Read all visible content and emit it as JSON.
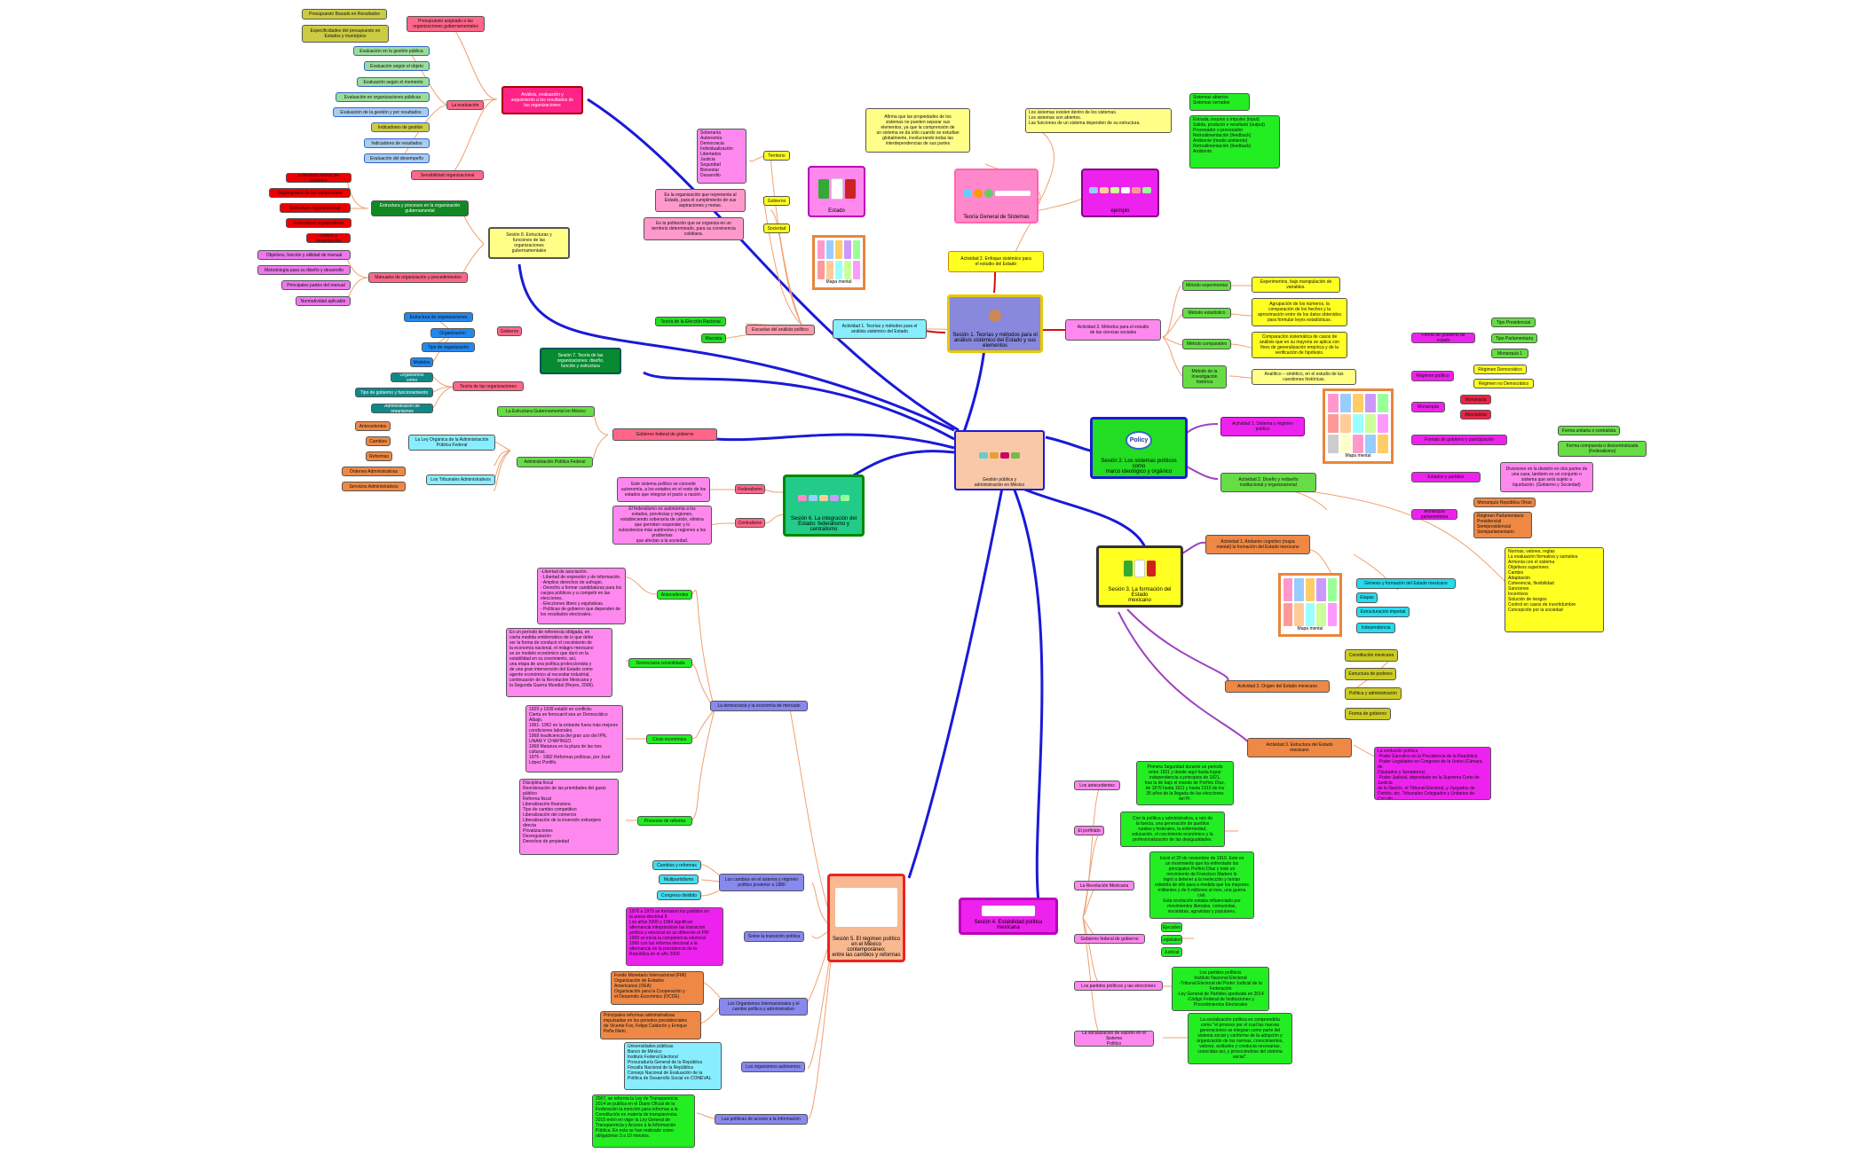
{
  "colors": {
    "blue_edge": "#1a1ad8",
    "orange_edge": "#f0a070",
    "purple_edge": "#a040c0",
    "red_edge": "#d01010"
  },
  "center": "Gestión pública y\nadministración en México",
  "branches": {
    "s1": "Sesión 1. Teorías y métodos para el\nanálisis sistémico del Estado y sus\nelementos",
    "s2": "Sesión 2. Los sistemas políticos como\nmarco ideológico y orgánico",
    "s3": "Sesión 3. La formación del Estado\nmexicano",
    "s4": "Sesión 4. Estabilidad política mexicana",
    "s5": "Sesión 5. El régimen político\nen el México contemporáneo:\nentre las cambios y reformas",
    "s6": "Sesión 6. La integración del\nEstado: federalismo y\ncentralismo",
    "s7": "Sesión 7. Teoría de las\norganizaciones: diseño,\nfunción y estructura",
    "s8": "Sesión 8. Estructuras y\nfunciones de las\norganizaciones\ngubernamentales",
    "s9": "Análisis, evaluación y\nseguimiento a los resultados de\nlas organizaciones"
  },
  "s1": {
    "act1": "Actividad 1. Teorías y métodos para el\nanálisis sistémico del Estado",
    "act2": "Actividad 2. Enfoque sistémico para\nel estudio del Estado",
    "act3": "Actividad 3. Métodos para el estudio\nde las ciencias sociales",
    "escuelas": "Escuelas del análisis político",
    "escuelas_items": [
      "Teoría de la Elección Racional",
      "Marxista"
    ],
    "estado": "Estado",
    "mapa": "Mapa mental",
    "tgs": "Teoría General de Sistemas",
    "ejemplo": "ejemplo",
    "terr": "Territorio",
    "gob": "Gobierno",
    "soc": "Sociedad",
    "terr_txt": "Soberanía\nAutonomía\nDemocracia\nIndividualización\nLibertades\nJusticia\nSeguridad\nBienestar\nDesarrollo",
    "gob_txt": "Es la organización que representa al\nEstado, para el cumplimiento de sus\naspiraciones y metas.",
    "soc_txt": "Es la población que se organiza en un\nterritorio determinado, para su convivencia\ncolidiana.",
    "afirma": "Afirma que las propiedades de los\nsistemas no pueden separar sus\nelementos, ya que la comprensión de\nun sistema se da sólo cuando se estudian\nglobalmente, involucrando todas las\ninterdependencias de sus partes",
    "existen": "Los sistemas existen dentro de los sistemas.\nLos sistemas son abiertos.\nLas funciones de un sistema dependen de su estructura.",
    "abiertos": "Sistemas abiertos\nSistemas cerrados",
    "entradas": "Entrada, insumo o impulso (input)\nSalida, producto o resultado (output)\nProcesador o procesador\nRetroalimentación (feedback)\nAmbiente (medio ambiente)\nRetroalimentación (feedback)\nAmbiente",
    "metodos": [
      "Método experimental",
      "Método estadístico",
      "Método comparativo",
      "Método de la\nInvestigación\nhistórica"
    ],
    "met_desc": [
      "Experimentos, bajo manipulación de\nvariables.",
      "Agrupación de los números, la\ncomparación de los hechos y la\naproximación entre de los datos obtenidos\npara formular leyes estadísticas.",
      "Comparación sistemática de casos de\nanálisis que en su mayoría se aplica con\nfines de generalización empírica y de la\nverificación de hipótesis.",
      "Analítico – sintético, en el estudio de las\ncuestiones históricas."
    ]
  },
  "s2": {
    "act1": "Actividad 1. Sistema y régimen\npolítico",
    "act2": "Actividad 2. Diseño y rediseño\ninstitucional y organizacional",
    "mapa": "Mapa mental",
    "formas": [
      "Forma de gobierno de estado",
      "Régimen político",
      "Monarquía",
      "Formas de gobierno y participación",
      "Monarquía parlamentaria",
      "Estados y partidos"
    ],
    "tipos": [
      "Tipo Presidencial",
      "Tipo Parlamentaria",
      "Monarquía 1"
    ],
    "reg": [
      "Régimen Democrático",
      "Régimen no Democrático"
    ],
    "mon": [
      "Monarquía",
      "Absolutista"
    ],
    "uni": [
      "Forma unitaria o centralista",
      "Forma compuesta o descentralizada\n(Federalismo)"
    ],
    "divis": "Divisiones en la división en dos partes de\nuna casa, también es un conjunto o\nsistema que será sujeto a\nliquidación. (Gobierno y Sociedad)",
    "mon_rep": "Monarquía República Otras",
    "reg_parl": "Régimen Parlamentario\nPresidencial\nSemipresidencial\nSemiparlamentario",
    "normas": "Normas, valores, reglas\nLa evaluación formativa y sumativa\nArmonía con el sistema\nObjetivos superiores\nCambio\nAdaptación\nCoherencia, flexibilidad\nSanciones\nIncentivos\nSolución de riesgos\nControl en casos de incertidumbre\nConcepción por la sociedad"
  },
  "s3": {
    "act1": "Actividad 1. Andamio cognitivo (mapa\nmental) la formación del Estado mexicano",
    "act2": "Actividad 2. Origen del Estado mexicano",
    "act3": "Actividad 3. Estructura del Estado\nmexicano",
    "mapa": "Mapa mental",
    "items": [
      "Génesis y formación del Estado mexicano",
      "Etapas",
      "Estructuración imperial",
      "Independencia"
    ],
    "origen": [
      "Constitución mexicana",
      "Estructura de poderes",
      "Política y administración",
      "Forma de gobierno"
    ],
    "estruct": "La evolución política\n·Poder Ejecutivo en la Presidencia de la República\n·Poder Legislativo en Congreso de la Unión (Cámara de\nDiputados y Senadores)\n·Poder Judicial, depositado en la Suprema Corte de Justicia\nde la Nación, el Tribunal Electoral, y Juzgados de\nDistrito, etc. Tribunales Colegiados y Unitarios de Circuito."
  },
  "s4": {
    "left": [
      "Los antecedentes",
      "El porfiriato",
      "La Revolución Mexicana",
      "Gobierno federal de gobierno",
      "Los partidos políticos y las elecciones",
      "La socialización de valores en el Sistema\nPolítico"
    ],
    "right": [
      "Primera Seguridad durante un periodo\nentre 1821 y desde aquí hasta lograr\nindependencia a principios de 1821,\ntras la de bajo el mando de Porfirio Díaz,\nde 1876 hasta 1911 y hasta 1910 de los\n35 años de la llegada de las elecciones\ndel Pr.",
      "Con la política y administrativa, a raíz de\nla fuerza, una generación de pueblos\nrurales y federales, la enfermedad,\neducación, el crecimiento económico y la\nprofesionalización de las desigualdades.",
      "Inició el 20 de noviembre de 1910. Este es\nun movimiento que ha enfrentado los\nprincipales Porfirio Díaz y todo un\nmovimiento de Francisco Madero lo\nlogró a detener a la reelección y tenían\nrebeldía de ello para a medida que los mayores\nmilitantes y de 6 millones al mes, una guerra civil.\nEsta revolución estaba influenciado por\nmovimientos liberales, comunistas,\nsocialistas, agraristas y populares.",
      "Los partidos políticos\nInstituto Nacional Electoral\n-Tribunal Electoral del Poder Judicial de la\nFederación\n-Ley General de Partidos aprobada en 2014\n-Código Federal de Instituciones y\nProcedimientos Electorales",
      "La socialización política es comprendida\ncomo \"el proceso por el cual las nuevas\ngeneraciones se integran como parte del\nsistema social y conforme de la adopción y\norganización de las normas, conocimientos,\nvalores, actitudes y conducta necesarias,\nconocidas así, y provocándose del sistema\nsocial\"."
    ],
    "pod": [
      "Ejecutivo",
      "Legislativo",
      "Judicial"
    ]
  },
  "s5": {
    "left": [
      "La democracia y la economía de mercado",
      "Los cambios en el sistema y régimen\npolítico posterior a 1980",
      "Sobre la transición política",
      "Los Organismos Internacionales y el\ncambio político y administrativo",
      "Los organismos autónomos",
      "Las políticas de acceso a la información"
    ],
    "dem": [
      "Antecedentes",
      "Democracia consolidada",
      "Crisis económica",
      "Procesos de reforma"
    ],
    "dem_txt": [
      "-Libertad de asociación.\n- Libertad de expresión y de información.\n- Amplios derechos de sufragio.\n- Derecho a formar candidaturas para los\ncargos públicos y a competir en las\nelecciones.\n- Elecciones libres y equitativas.\n- Políticas de gobierno que dependen de\nlos resultados electorales.",
      "Es un período de referencia obligada, en\ncierta medida emblemático de lo que debe\nser la forma de conducir el crecimiento de\nla economía nacional, el milagro mexicano\nse un modelo económico que duró en la\nestabilidad en su crecimiento, así,\nuna etapa de una política proteccionista y\nde una gran intervención del Estado como\nagente económico al necesitar industrial,\ncontinuación de la Revolución Mexicana y\nla Segunda Guerra Mundial (Reyes, 2006).",
      "1929 y 1939 estalló en conflicto.\nCierta en ferrocarril sea un Democrático\nAlbajo.\n1961- 1962 en la entrante fuera más mejores\ncondiciones laborales.\n1968 insuficiencia del gran uso del IPN,\nUNAM Y CHAPINGO.\n1968 Matanza en la plaza de las tres\nculturas.\n1976 - 1982 Reformas políticas, por José\nLópez Portillo.",
      "Disciplina fiscal\nReordenación de las prioridades del gasto\npúblico\nReforma fiscal\nLiberalización financiera\nTipo de cambio competitivo\nLiberalización del comercio\nLiberalización de la inversión extranjera\ndirecta\nPrivatizaciones\nDesregulación\nDerechos de propiedad"
    ],
    "cambios": [
      "Cambios y reformas",
      "Multipartidismo",
      "Congreso dividido"
    ],
    "trans": "1976 a 1979 se formaron los partidos en\nla arena electoral 8\nLos años 2000 y 1994 significan\nalternancia integrándose las transición\npolítica y electoral en un diferente el PRI\n1999 se inicia la competencia electoral\n1996 con las reforma electoral a la\nalternancia en la presidencia de la\nRepública en el año 2000.",
    "org": "Fondo Monetario Internacional (FMI)\nOrganización de Estados\nAmericanos (OEA)\nOrganización para la Cooperación y\nel Desarrollo Económico (OCDE)",
    "prin": "Principales reformas administrativas\nimpulsadas en los periodos presidenciales\nde Vicente Fox, Felipe Calderón y Enrique\nPeña Nieto.",
    "auton": "Universidades públicas\nBanco de México\nInstituto Federal Electoral\nProcuraduría General de la República\nFiscalía Nacional de la República\nConsejo Nacional de Evaluación de la\nPolítica de Desarrollo Social en CONEVAL",
    "acceso": "2007, se reforma la Ley de Transparencia\n2014 se publica en el Diario Oficial de la\nFederación la mención para reformas a la\nConstitución en materia de transparencia.\n2015 entró en vigor la Ley General de\nTransparencia y Acceso a la Información\nPública. En esta se han realizado como\nobligatorias 3 a 10 minutos."
  },
  "s6": {
    "fed": "Federalismo",
    "cent": "Centralismo",
    "fed_txt": "Este sistema político se concede\nautonomía, a los estados en el resto de los\nestados que integran el pacto a nación.",
    "cent_txt": "El federalismo es autonomía a los\nestados, provincias y regiones,\nestableciendo soberanía de unión, elimina\nque permiten responder y lo\nsubsistencia más autónoma y regiones a los problemas\nque afectan a la sociedad."
  },
  "s7": {
    "fed_gob": "Gobierno federal de gobierno",
    "gob": "Gobierno",
    "gob_items": [
      "Estructura de organizaciones",
      "Organización",
      "Tipo de organización",
      "Modelos"
    ],
    "teoria": "Teoría de las organizaciones",
    "teo_items": [
      "Organismos como",
      "Tipo de gobierno y funcionamiento",
      "Administración de organismos"
    ],
    "estructura": "La Estructura Gubernamental en México",
    "apf": "Administración Pública Federal",
    "ley": "La Ley Orgánica de la Administración\nPública Federal",
    "tribunales": "Los Tribunales Administrativos",
    "apf_items": [
      "Antecedentes",
      "Cambios",
      "Reformas",
      "Órdenes Administrativas",
      "Servicios Administrativos"
    ]
  },
  "s8": {
    "estr": "Estructura y procesos en la organización\ngubernamental",
    "manual": "Manuales de organización y procedimientos",
    "reds": [
      "Estructura formal del gobierno",
      "Organigrama de las instituciones",
      "Estructura organizacional",
      "Estructuras organizativas",
      "Diseño y organización"
    ],
    "pinks": [
      "Objetivos, función y utilidad de manual",
      "Metodología para su diseño y desarrollo",
      "Principales partes del manual",
      "Normatividad aplicable"
    ]
  },
  "s9": {
    "pres": "Presupuesto asignado a las\norganizaciones gubernamentales",
    "eval": "La evaluación",
    "sens": "Sensibilidad organizacional",
    "pres_items": [
      "Presupuesto Basado en Resultados",
      "Especificidades del presupuesto en\nEstados y municipios"
    ],
    "eval_items": [
      "Evaluación en la gestión pública",
      "Evaluación según el objeto",
      "Evaluación según el momento",
      "Evaluación en organizaciones públicas",
      "Evaluación de la gestión y por resultados",
      "Indicadores de gestión",
      "Indicadores de resultados",
      "Evaluación del desempeño"
    ]
  }
}
